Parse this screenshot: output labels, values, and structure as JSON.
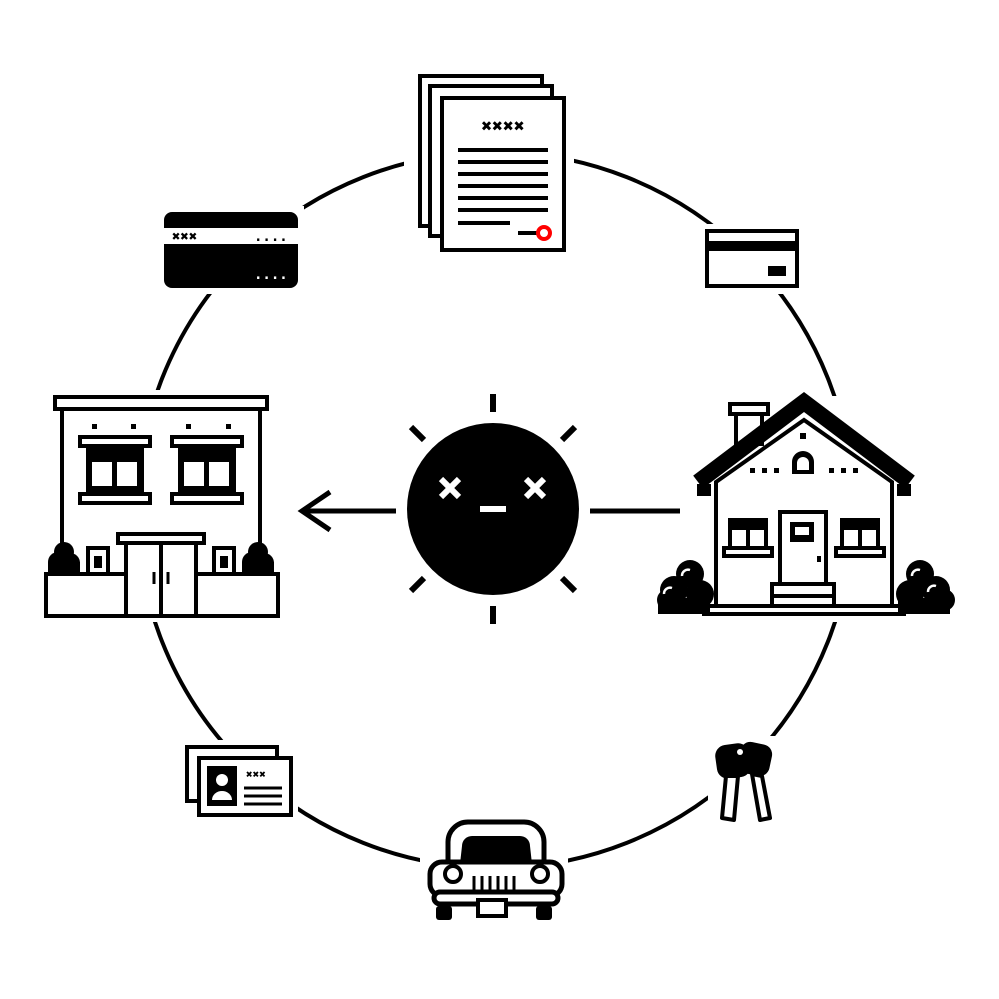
{
  "diagram": {
    "center": {
      "face": {
        "eyes": "x-eyes",
        "mouth": "flat"
      },
      "name": "sad-sun-icon"
    },
    "document": {
      "header_text": "✖✖✖✖",
      "name": "contract-document-icon"
    },
    "bank_card": {
      "header_text": "✖✖✖",
      "dots_top": "....",
      "dots_bottom": "....",
      "name": "bank-card-icon"
    },
    "credit_card": {
      "name": "credit-card-icon"
    },
    "id_card": {
      "header_text": "✖✖✖",
      "name": "id-card-icon"
    },
    "keys": {
      "name": "keys-icon"
    },
    "car": {
      "name": "car-icon"
    },
    "house": {
      "name": "house-icon"
    },
    "apartment": {
      "name": "apartment-building-icon"
    },
    "flow_arrow": {
      "direction": "house-to-apartment"
    },
    "colors": {
      "ink": "#000000",
      "paper": "#ffffff",
      "accent": "#ff0000"
    }
  }
}
